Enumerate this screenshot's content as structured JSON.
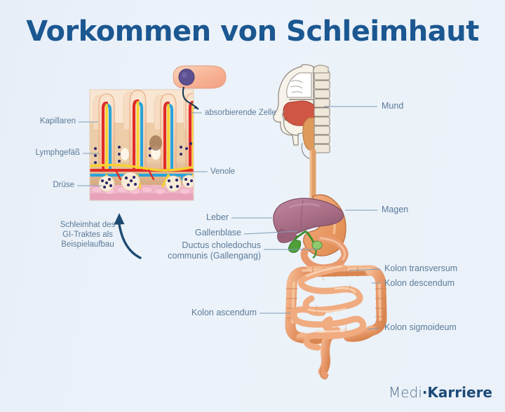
{
  "page": {
    "title": "Vorkommen von Schleimhaut",
    "background_color": "#eaf1f8",
    "title_color": "#1b5791",
    "label_color": "#5b7b99",
    "leader_color": "#7e9cb5"
  },
  "logo": {
    "part1": "Medi",
    "separator": "·",
    "part2": "Karriere"
  },
  "mucosa_diagram": {
    "caption_line1": "Schleimhat des",
    "caption_line2": "GI-Traktes als",
    "caption_line3": "Beispielaufbau",
    "labels": [
      {
        "id": "kapillaren",
        "text": "Kapillaren"
      },
      {
        "id": "lymphgefaess",
        "text": "Lymphgefäß"
      },
      {
        "id": "druese",
        "text": "Drüse"
      },
      {
        "id": "absorbierende-zelle",
        "text": "absorbierende Zelle"
      },
      {
        "id": "venole",
        "text": "Venole"
      }
    ],
    "colors": {
      "villus_fill": "#f6cfb2",
      "epithelium": "#f2b99a",
      "artery": "#e02b26",
      "vein": "#2aa3d8",
      "lymph": "#f6d32d",
      "gland": "#f8ecd8",
      "nucleus": "#2f2a6b",
      "muscularis": "#f0b6c8",
      "submucosa": "#d9ad85",
      "cell_inset_body": "#f7b79a",
      "cell_inset_nucleus": "#5c5090"
    }
  },
  "gi_tract": {
    "labels": [
      {
        "id": "mund",
        "text": "Mund"
      },
      {
        "id": "magen",
        "text": "Magen"
      },
      {
        "id": "leber",
        "text": "Leber"
      },
      {
        "id": "gallenblase",
        "text": "Gallenblase"
      },
      {
        "id": "ductus-line1",
        "text": "Ductus choledochus"
      },
      {
        "id": "ductus-line2",
        "text": "communis (Gallengang)"
      },
      {
        "id": "kolon-transversum",
        "text": "Kolon transversum"
      },
      {
        "id": "kolon-descendum",
        "text": "Kolon descendum"
      },
      {
        "id": "kolon-ascendum",
        "text": "Kolon ascendum"
      },
      {
        "id": "kolon-sigmoideum",
        "text": "Kolon sigmoideum"
      }
    ],
    "colors": {
      "intestine": "#e89a6e",
      "intestine_light": "#f3bb93",
      "stomach": "#ea9b67",
      "liver": "#b1798f",
      "liver_dark": "#9b6179",
      "gallbladder": "#4f9f3a",
      "bile_duct": "#3c8f2e",
      "tongue": "#cf5544",
      "bone": "#efe8d8",
      "esophagus": "#e0a06a",
      "outline": "#6a5a52"
    }
  }
}
